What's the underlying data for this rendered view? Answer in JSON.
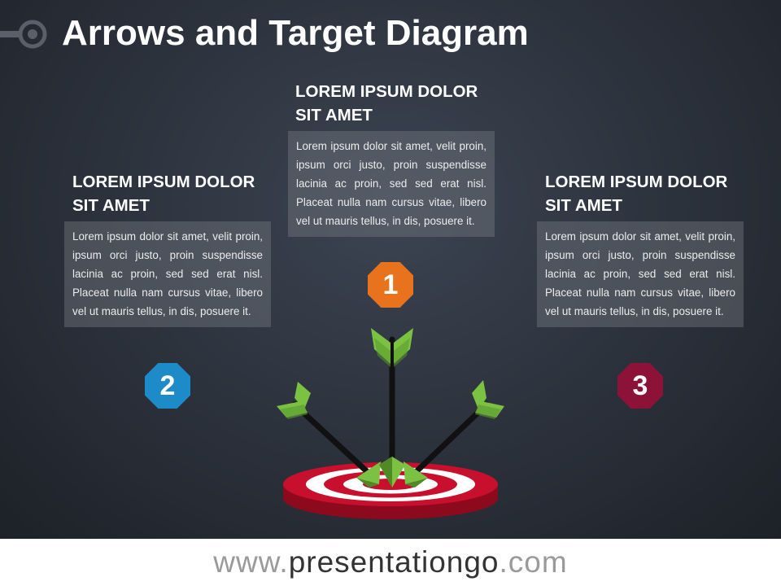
{
  "slide": {
    "title": "Arrows and Target Diagram"
  },
  "blocks": [
    {
      "id": "1",
      "heading": "LOREM IPSUM DOLOR SIT AMET",
      "body": "Lorem ipsum dolor sit amet, velit proin, ipsum orci justo, proin suspendisse lacinia ac proin, sed sed erat nisl. Placeat nulla nam cursus vitae, libero vel ut mauris tellus, in dis, posuere it.",
      "number": "1",
      "color": "#e8731c"
    },
    {
      "id": "2",
      "heading": "LOREM IPSUM DOLOR SIT AMET",
      "body": "Lorem ipsum dolor sit amet, velit proin, ipsum orci justo, proin suspendisse lacinia ac proin, sed sed erat nisl. Placeat nulla nam cursus vitae, libero vel ut mauris tellus, in dis, posuere it.",
      "number": "2",
      "color": "#1e8bc9"
    },
    {
      "id": "3",
      "heading": "LOREM IPSUM DOLOR SIT AMET",
      "body": "Lorem ipsum dolor sit amet, velit proin, ipsum orci justo, proin suspendisse lacinia ac proin, sed sed erat nisl. Placeat nulla nam cursus vitae, libero vel ut mauris tellus, in dis, posuere it.",
      "number": "3",
      "color": "#8c1238"
    }
  ],
  "footer": {
    "prefix": "www.",
    "brand": "presentationgo",
    "suffix": ".com"
  },
  "colors": {
    "target_red": "#c8102e",
    "arrow_green": "#7bc142",
    "shaft": "#111111"
  }
}
